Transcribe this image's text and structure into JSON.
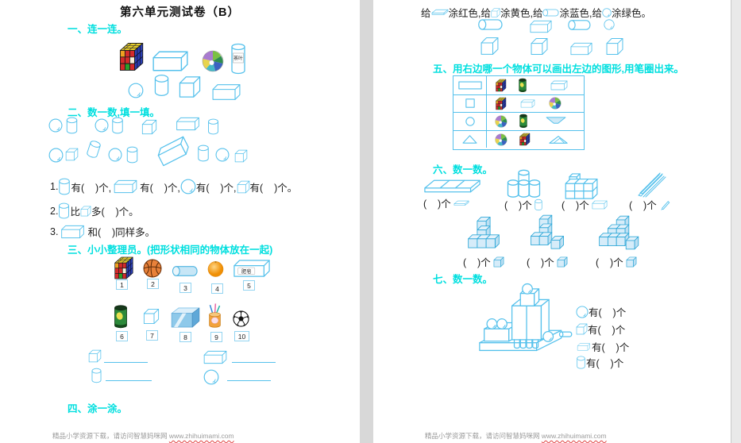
{
  "colors": {
    "accent": "#00dfdf",
    "shape": "#55c1ec",
    "cubeFill": "#d6ecf9",
    "cubeStroke": "#2fa8d8",
    "text": "#1c1c1c",
    "gutter": "#d8d8d8",
    "edge": "#e9e9e9",
    "footer": "#9a9a9a",
    "wavy": "#e04343"
  },
  "left": {
    "title": "第六单元测试卷（B）",
    "h1": "一、连一连。",
    "h2": "二、数一数,填一填。",
    "q1": {
      "n": "1.",
      "t": "有(    )个,",
      "tEnd": "有(    )个。"
    },
    "q2": {
      "n": "2.",
      "bi": "比",
      "duo": "多(    )个。"
    },
    "q3": {
      "n": "3.",
      "t": "和(    )同样多。"
    },
    "h3": "三、小小整理员。(把形状相同的物体放在一起)",
    "nums": [
      "1",
      "2",
      "3",
      "4",
      "5",
      "6",
      "7",
      "8",
      "9",
      "10"
    ],
    "tea": "茶叶",
    "soap": "肥皂",
    "h4": "四、涂一涂。",
    "footer": "精品小学资源下载，请访问智慧妈咪网 ",
    "footer_url": "www.zhihuimami.com"
  },
  "right": {
    "c1": "给",
    "c2": "涂红色,给",
    "c3": "涂黄色,给",
    "c4": "涂蓝色,给",
    "c5": "涂绿色。",
    "h5": "五、用右边哪一个物体可以画出左边的图形,用笔圈出来。",
    "h6": "六、数一数。",
    "blank": "(    )个",
    "h7": "七、数一数。",
    "have": "有(    )个",
    "footer": "精品小学资源下载，请访问智慧妈咪网 ",
    "footer_url": "www.zhihuimami.com"
  }
}
